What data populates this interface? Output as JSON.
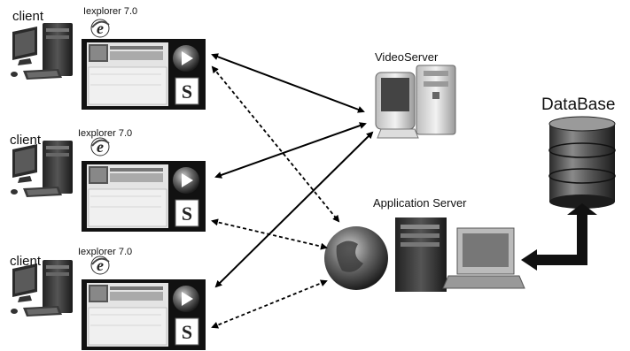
{
  "clients": [
    {
      "label": "client",
      "browser": "Iexplorer 7.0",
      "icon": "ie-icon",
      "computer": "desktop-tower-icon"
    },
    {
      "label": "client",
      "browser": "Iexplorer 7.0",
      "icon": "ie-icon",
      "computer": "desktop-tower-icon"
    },
    {
      "label": "client",
      "browser": "Iexplorer 7.0",
      "icon": "ie-icon",
      "computer": "desktop-tower-icon"
    }
  ],
  "video_server": {
    "label": "VideoServer",
    "icon": "mac-server-icon"
  },
  "app_server": {
    "label": "Application Server",
    "icon": "globe-server-icon"
  },
  "database": {
    "label": "DataBase",
    "icon": "database-cylinder-icon"
  },
  "connections": [
    {
      "from": "client-1",
      "to": "video-server",
      "style": "solid"
    },
    {
      "from": "client-1",
      "to": "application-server",
      "style": "dashed"
    },
    {
      "from": "client-2",
      "to": "video-server",
      "style": "solid"
    },
    {
      "from": "client-2",
      "to": "application-server",
      "style": "dashed"
    },
    {
      "from": "client-3",
      "to": "video-server",
      "style": "solid"
    },
    {
      "from": "client-3",
      "to": "application-server",
      "style": "dashed"
    },
    {
      "from": "application-server",
      "to": "database",
      "style": "thick"
    }
  ]
}
